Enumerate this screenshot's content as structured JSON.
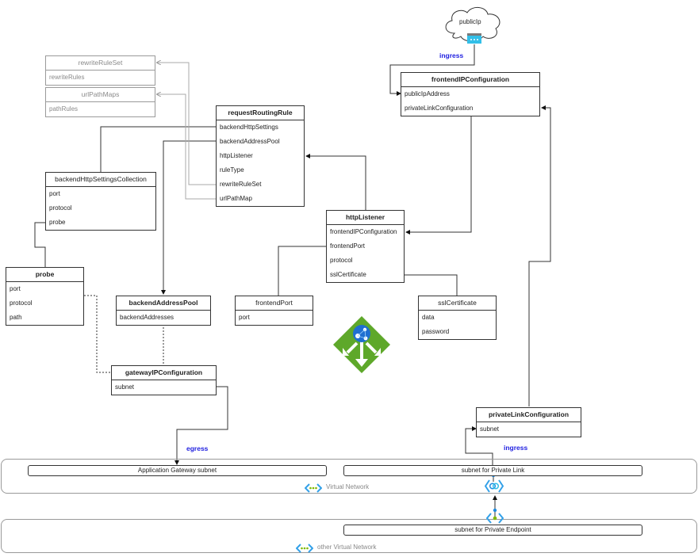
{
  "cloud": {
    "label": "publicIp"
  },
  "labels": {
    "ingress_top": "ingress",
    "ingress_bottom": "ingress",
    "egress": "egress"
  },
  "entities": {
    "frontendIPConfiguration": {
      "title": "frontendIPConfiguration",
      "fields": [
        "publicIpAddress",
        "privateLinkConfiguration"
      ]
    },
    "rewriteRuleSet": {
      "title": "rewriteRuleSet",
      "fields": [
        "rewriteRules"
      ]
    },
    "urlPathMaps": {
      "title": "urlPathMaps",
      "fields": [
        "pathRules"
      ]
    },
    "requestRoutingRule": {
      "title": "requestRoutingRule",
      "fields": [
        "backendHttpSettings",
        "backendAddressPool",
        "httpListener",
        "ruleType",
        "rewriteRuleSet",
        "urlPathMap"
      ]
    },
    "backendHttpSettingsCollection": {
      "title": "backendHttpSettingsCollection",
      "fields": [
        "port",
        "protocol",
        "probe"
      ]
    },
    "httpListener": {
      "title": "httpListener",
      "fields": [
        "frontendIPConfiguration",
        "frontendPort",
        "protocol",
        "sslCertificate"
      ]
    },
    "probe": {
      "title": "probe",
      "fields": [
        "port",
        "protocol",
        "path"
      ]
    },
    "backendAddressPool": {
      "title": "backendAddressPool",
      "fields": [
        "backendAddresses"
      ]
    },
    "frontendPort": {
      "title": "frontendPort",
      "fields": [
        "port"
      ]
    },
    "sslCertificate": {
      "title": "sslCertificate",
      "fields": [
        "data",
        "password"
      ]
    },
    "gatewayIPConfiguration": {
      "title": "gatewayIPConfiguration",
      "fields": [
        "subnet"
      ]
    },
    "privateLinkConfiguration": {
      "title": "privateLinkConfiguration",
      "fields": [
        "subnet"
      ]
    }
  },
  "networks": {
    "vnet": {
      "label": "Virtual Network",
      "subnets": [
        "Application Gateway subnet",
        "subnet for Private Link"
      ]
    },
    "other_vnet": {
      "label": "other Virtual Network",
      "subnets": [
        "subnet for Private Endpoint"
      ]
    }
  },
  "icons": {
    "application_gateway": "application-gateway-icon",
    "public_ip": "public-ip-icon",
    "private_link": "private-link-icon",
    "vnet": "virtual-network-icon"
  },
  "colors": {
    "accent_label": "#2020e0",
    "gateway_green": "#5ea82a",
    "azure_blue": "#1f8ce0",
    "vnet_green": "#7fba00"
  }
}
